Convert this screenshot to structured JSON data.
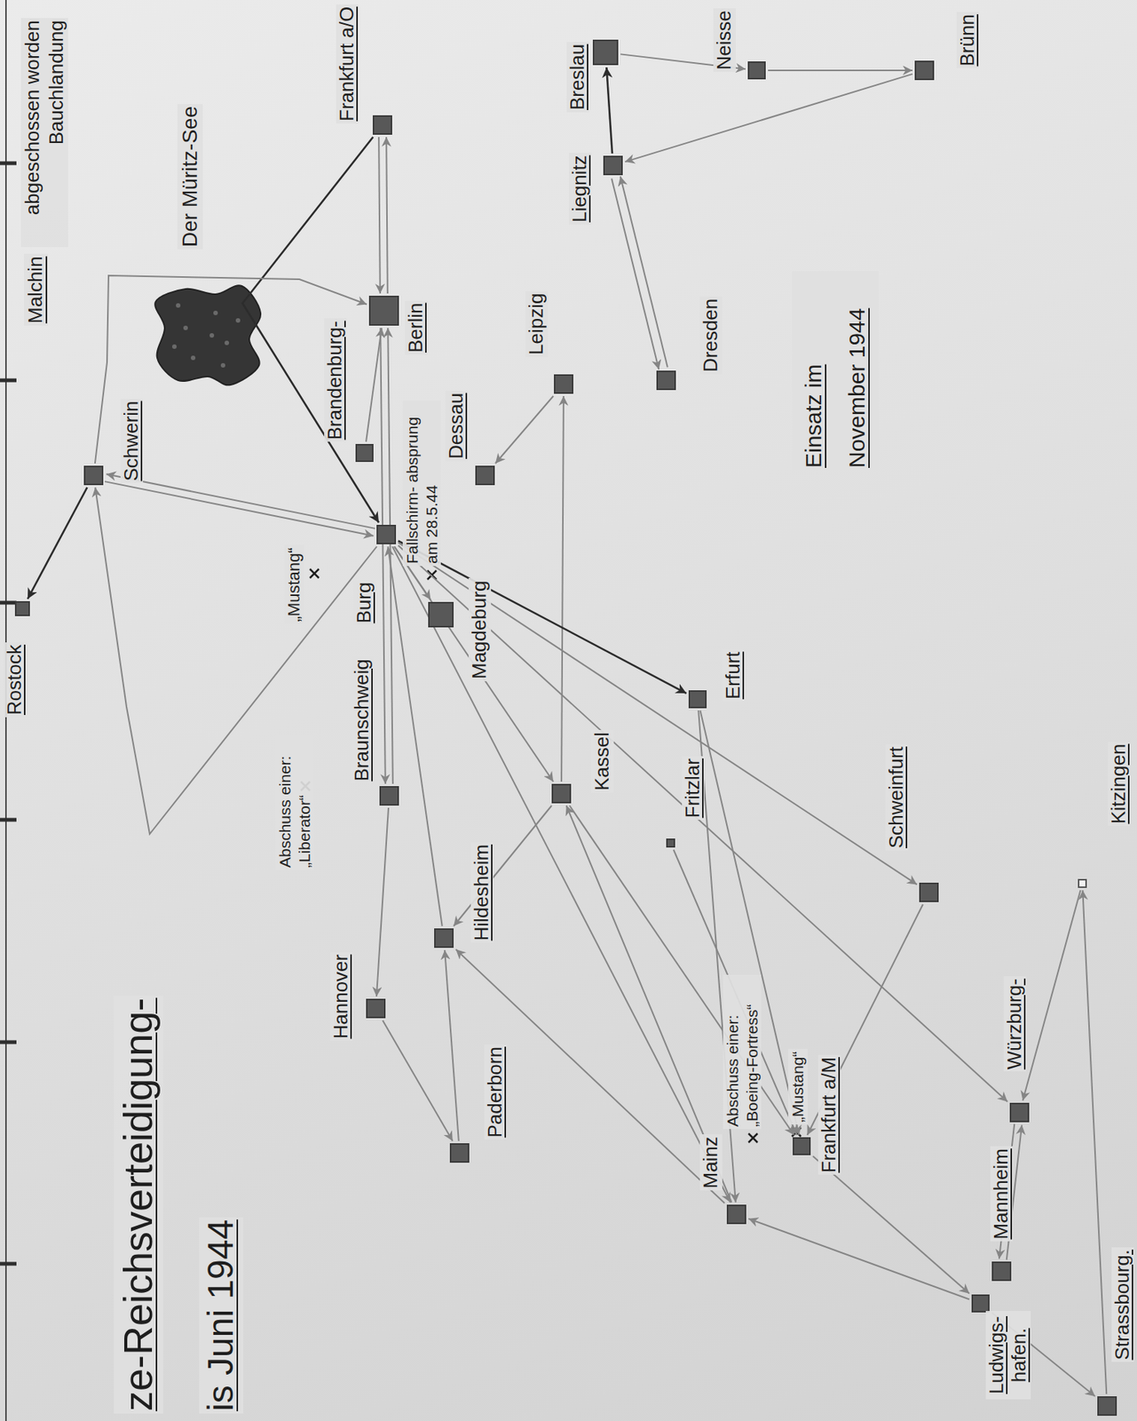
{
  "diagram": {
    "title": "ze-Reichsverteidigung-",
    "nodes": [
      {
        "text": [
          "Rostock"
        ]
      },
      {
        "text": [
          "Schwerin"
        ]
      },
      {
        "text": [
          "Frankfurt a/O"
        ]
      },
      {
        "text": [
          "Berlin"
        ]
      },
      {
        "text": [
          "Brandenburg-"
        ]
      },
      {
        "text": [
          "Burg"
        ]
      },
      {
        "text": [
          "Dessau"
        ]
      },
      {
        "text": [
          "Leipzig"
        ]
      },
      {
        "text": [
          "Magdeburg"
        ]
      },
      {
        "text": [
          "Braunschweig"
        ]
      },
      {
        "text": [
          "Hannover"
        ]
      },
      {
        "text": [
          "Hildesheim"
        ]
      },
      {
        "text": [
          "Paderborn"
        ]
      },
      {
        "text": [
          "Kassel"
        ]
      },
      {
        "text": [
          "Erfurt"
        ]
      },
      {
        "text": [
          "Fritzlar"
        ]
      },
      {
        "text": [
          "Schweinfurt"
        ]
      },
      {
        "text": [
          "Kitzingen"
        ]
      },
      {
        "text": [
          "Würzburg-"
        ]
      },
      {
        "text": [
          "Frankfurt a/M"
        ]
      },
      {
        "text": [
          "Mainz"
        ]
      },
      {
        "text": [
          "Mannheim"
        ]
      },
      {
        "text": [
          "Ludwigs- hafen."
        ]
      },
      {
        "text": [
          "Strassbourg."
        ]
      },
      {
        "text": [
          "Dresden"
        ]
      },
      {
        "text": [
          "Liegnitz"
        ]
      },
      {
        "text": [
          "Breslau"
        ]
      },
      {
        "text": [
          "Neisse"
        ]
      },
      {
        "text": [
          "Brünn"
        ]
      }
    ],
    "edges": [
      {
        "from": 1,
        "to": 0,
        "arrow": "to"
      },
      {
        "from": 2,
        "to": 3,
        "arrow": "to"
      },
      {
        "from": 3,
        "to": 2,
        "arrow": "to"
      },
      {
        "from": 3,
        "to": 9,
        "arrow": "to"
      },
      {
        "from": 9,
        "to": 3,
        "arrow": "to"
      },
      {
        "from": 5,
        "to": 1,
        "arrow": "to"
      },
      {
        "from": 1,
        "to": 5,
        "arrow": "to"
      },
      {
        "from": 2,
        "to": 5,
        "arrow": "to"
      },
      {
        "from": 4,
        "to": 3,
        "arrow": "to"
      },
      {
        "from": 5,
        "to": 8,
        "arrow": "to"
      },
      {
        "from": 7,
        "to": 6,
        "arrow": "to"
      },
      {
        "from": 13,
        "to": 7,
        "arrow": "to"
      },
      {
        "from": 24,
        "to": 25,
        "arrow": "to"
      },
      {
        "from": 25,
        "to": 24,
        "arrow": "to"
      },
      {
        "from": 25,
        "to": 26,
        "arrow": "to"
      },
      {
        "from": 26,
        "to": 27,
        "arrow": "to"
      },
      {
        "from": 27,
        "to": 28,
        "arrow": "to"
      },
      {
        "from": 28,
        "to": 25,
        "arrow": "to"
      },
      {
        "from": 5,
        "to": 14,
        "arrow": "to"
      },
      {
        "from": 5,
        "to": 13,
        "arrow": "to"
      },
      {
        "from": 13,
        "to": 11,
        "arrow": "to"
      },
      {
        "from": 11,
        "to": 5,
        "arrow": "to"
      },
      {
        "from": 9,
        "to": 10,
        "arrow": "to"
      },
      {
        "from": 10,
        "to": 12,
        "arrow": "to"
      },
      {
        "from": 12,
        "to": 11,
        "arrow": "to"
      },
      {
        "from": 5,
        "to": 20,
        "arrow": "to"
      },
      {
        "from": 20,
        "to": 13,
        "arrow": "to"
      },
      {
        "from": 13,
        "to": 19,
        "arrow": "to"
      },
      {
        "from": 15,
        "to": 19,
        "arrow": "to"
      },
      {
        "from": 14,
        "to": 20,
        "arrow": "to"
      },
      {
        "from": 16,
        "to": 19,
        "arrow": "to"
      },
      {
        "from": 5,
        "to": 16,
        "arrow": "to"
      },
      {
        "from": 19,
        "to": 22,
        "arrow": "to"
      },
      {
        "from": 22,
        "to": 20,
        "arrow": "to"
      },
      {
        "from": 21,
        "to": 18,
        "arrow": "to"
      },
      {
        "from": 18,
        "to": 21,
        "arrow": "to"
      },
      {
        "from": 17,
        "to": 18,
        "arrow": "to"
      },
      {
        "from": 22,
        "to": 23,
        "arrow": "to"
      },
      {
        "from": 23,
        "to": 17,
        "arrow": "to"
      },
      {
        "from": 20,
        "to": 11,
        "arrow": "to"
      },
      {
        "from": 1,
        "to": 3,
        "arrow": "to"
      },
      {
        "from": 5,
        "to": 1,
        "arrow": "to"
      },
      {
        "from": 5,
        "to": 18,
        "arrow": "to"
      },
      {
        "from": 14,
        "to": 19,
        "arrow": "to"
      }
    ],
    "labels": [
      "is Juni 1944",
      "Malchin",
      "abgeschossen worden Bauchlandung",
      "Der Müritz-See",
      "Fallschirm- absprung am 28.5.44",
      "„Mustang“",
      "Abschuss einer: „Liberator“",
      "Abschuss einer: „Boeing-Fortress“",
      "„Mustang“",
      "Einsatz im November 1944"
    ]
  }
}
